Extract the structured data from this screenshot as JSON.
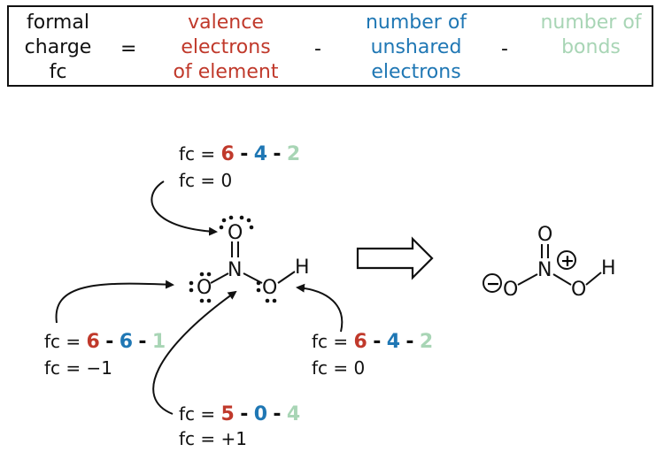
{
  "formula": {
    "lhs": [
      "formal",
      "charge",
      "fc"
    ],
    "eq": "=",
    "valence": [
      "valence",
      "electrons",
      "of element"
    ],
    "minus": "-",
    "unshared": [
      "number of",
      "unshared",
      "electrons"
    ],
    "bonds": [
      "number of",
      "bonds"
    ]
  },
  "calcs": {
    "top_o": {
      "prefix": "fc =",
      "v": "6",
      "u": "4",
      "b": "2",
      "result": "fc = 0"
    },
    "left_o": {
      "prefix": "fc =",
      "v": "6",
      "u": "6",
      "b": "1",
      "result": "fc = −1"
    },
    "right_o": {
      "prefix": "fc =",
      "v": "6",
      "u": "4",
      "b": "2",
      "result": "fc = 0"
    },
    "nitrogen": {
      "prefix": "fc =",
      "v": "5",
      "u": "0",
      "b": "4",
      "result": "fc = +1"
    },
    "dash": "-"
  },
  "atoms": {
    "o": "O",
    "n": "N",
    "h": "H",
    "plus": "+",
    "minus": "−"
  },
  "colors": {
    "valence": "#c0392b",
    "unshared": "#1f77b4",
    "bonds": "#a8d5b5"
  }
}
